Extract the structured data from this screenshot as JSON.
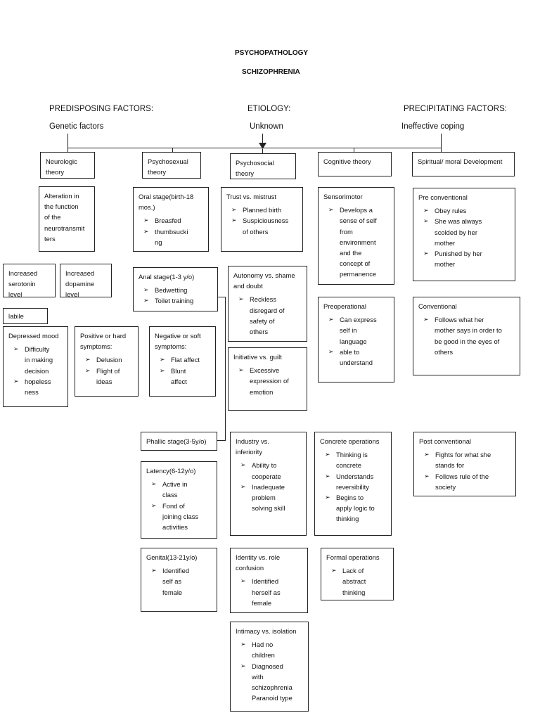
{
  "title": "PSYCHOPATHOLOGY",
  "subtitle": "SCHIZOPHRENIA",
  "headers": {
    "predisposing": "PREDISPOSING FACTORS:",
    "predisposing_value": "Genetic factors",
    "etiology": "ETIOLOGY:",
    "etiology_value": "Unknown",
    "precipitating": "PRECIPITATING FACTORS:",
    "precipitating_value": "Ineffective coping"
  },
  "boxes": {
    "neurologic": {
      "title": "Neurologic\ntheory"
    },
    "psychosexual": {
      "title": "Psychosexual\ntheory"
    },
    "psychosocial": {
      "title": "Psychosocial\ntheory"
    },
    "cognitive": {
      "title": "Cognitive theory"
    },
    "spiritual": {
      "title": "Spiritual/ moral Development"
    },
    "alteration": {
      "title": "Alteration in\nthe function\nof the\nneurotransmit\nters"
    },
    "serotonin": {
      "title": "Increased\nserotonin\nlevel"
    },
    "dopamine": {
      "title": "Increased\ndopamine\nlevel"
    },
    "labile": {
      "title": "labile"
    },
    "depressed": {
      "title": "Depressed mood",
      "items": [
        "Difficulty\nin making\ndecision",
        "hopeless\nness"
      ]
    },
    "positive": {
      "title": "Positive or hard\nsymptoms:",
      "items": [
        "Delusion",
        "Flight of\nideas"
      ]
    },
    "negative": {
      "title": "Negative or soft\nsymptoms:",
      "items": [
        "Flat affect",
        "Blunt\naffect"
      ]
    },
    "oral": {
      "title": "Oral stage(birth-18\nmos.)",
      "items": [
        "Breasfed",
        "thumbsucki\nng"
      ]
    },
    "anal": {
      "title": "Anal stage(1-3 y/o)",
      "items": [
        "Bedwetting",
        "Toilet training"
      ]
    },
    "phallic": {
      "title": "Phallic stage(3-5y/o)"
    },
    "latency": {
      "title": "Latency(6-12y/o)",
      "items": [
        "Active in\nclass",
        "Fond of\njoining class\nactivities"
      ]
    },
    "genital": {
      "title": "Genital(13-21y/o)",
      "items": [
        "Identified\nself as\nfemale"
      ]
    },
    "trust": {
      "title": "Trust vs. mistrust",
      "items": [
        "Planned birth",
        "Suspiciousness\nof others"
      ]
    },
    "autonomy": {
      "title": "Autonomy vs. shame\nand doubt",
      "items": [
        "Reckless\ndisregard of\nsafety of\nothers"
      ]
    },
    "initiative": {
      "title": "Initiative vs. guilt",
      "items": [
        "Excessive\nexpression of\nemotion"
      ]
    },
    "industry": {
      "title": "Industry vs.\ninferiority",
      "items": [
        "Ability to\ncooperate",
        "Inadequate\nproblem\nsolving skill"
      ]
    },
    "identity": {
      "title": "Identity vs. role\nconfusion",
      "items": [
        "Identified\nherself as\nfemale"
      ]
    },
    "intimacy": {
      "title": "Intimacy vs. isolation",
      "items": [
        "Had no\nchildren",
        "Diagnosed\nwith\nschizophrenia\nParanoid type"
      ]
    },
    "sensorimotor": {
      "title": "Sensorimotor",
      "items": [
        "Develops a\nsense of self\nfrom\nenvironment\nand the\nconcept of\npermanence"
      ]
    },
    "preoperational": {
      "title": "Preoperational",
      "items": [
        "Can express\nself in\nlanguage",
        "able to\nunderstand"
      ]
    },
    "concrete": {
      "title": "Concrete operations",
      "items": [
        "Thinking is\nconcrete",
        "Understands\nreversibility",
        "Begins to\napply logic to\nthinking"
      ]
    },
    "formal": {
      "title": "Formal operations",
      "items": [
        "Lack of\nabstract\nthinking"
      ]
    },
    "preconventional": {
      "title": "Pre conventional",
      "items": [
        "Obey rules",
        "She was always\nscolded by her\nmother",
        "Punished by her\nmother"
      ]
    },
    "conventional": {
      "title": "Conventional",
      "items": [
        "Follows what her\nmother says in order to\nbe good in the eyes of\nothers"
      ]
    },
    "postconventional": {
      "title": "Post conventional",
      "items": [
        "Fights for what she\nstands for",
        "Follows rule of the\nsociety"
      ]
    }
  }
}
